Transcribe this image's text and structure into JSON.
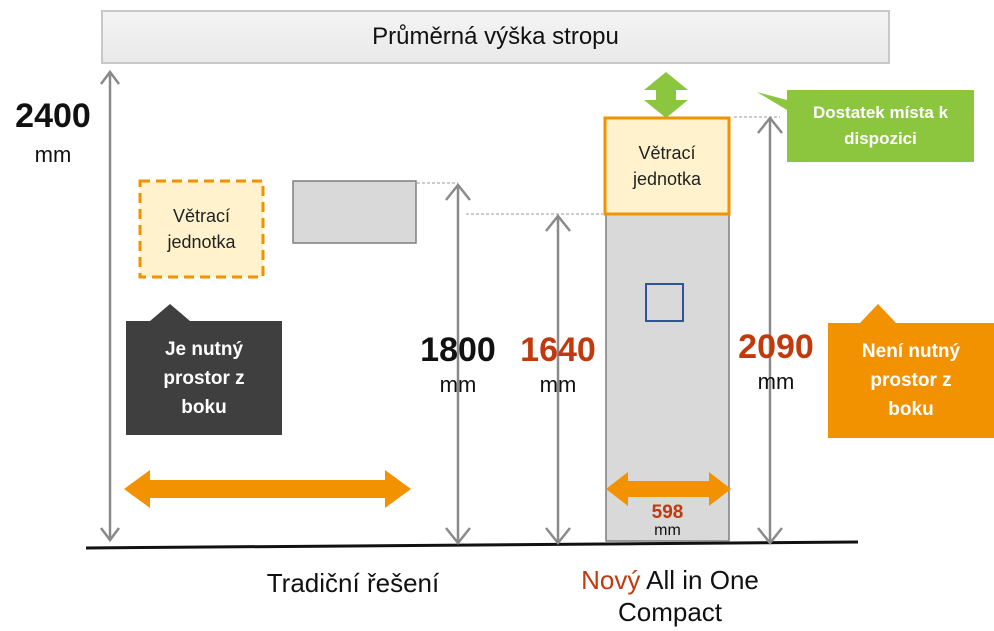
{
  "ceiling": {
    "label": "Průměrná výška stropu"
  },
  "dimensions": {
    "ceiling_height": {
      "value": "2400",
      "unit": "mm"
    },
    "traditional_unit_height": {
      "value": "1800",
      "unit": "mm"
    },
    "compact_top_traditional": {
      "value": "1640",
      "unit": "mm"
    },
    "compact_total_height": {
      "value": "2090",
      "unit": "mm"
    },
    "compact_width": {
      "value": "598",
      "unit": "mm"
    }
  },
  "units": {
    "traditional_ventilation": "Větrací jednotka",
    "compact_ventilation": "Větrací jednotka"
  },
  "callouts": {
    "side_space_required": "Je nutný prostor z boku",
    "side_space_not_required": "Není nutný prostor z boku",
    "enough_space": "Dostatek místa k dispozici"
  },
  "captions": {
    "traditional": "Tradiční řešení",
    "compact_highlight": "Nový",
    "compact_rest": "All in One Compact"
  },
  "colors": {
    "orange": "#f39200",
    "green": "#8cc63f",
    "dark": "#3f3f3f",
    "red_text": "#c03a0e",
    "unit_fill": "#fff2cc",
    "gray": "#d9d9d9",
    "blue": "#2f5597"
  }
}
